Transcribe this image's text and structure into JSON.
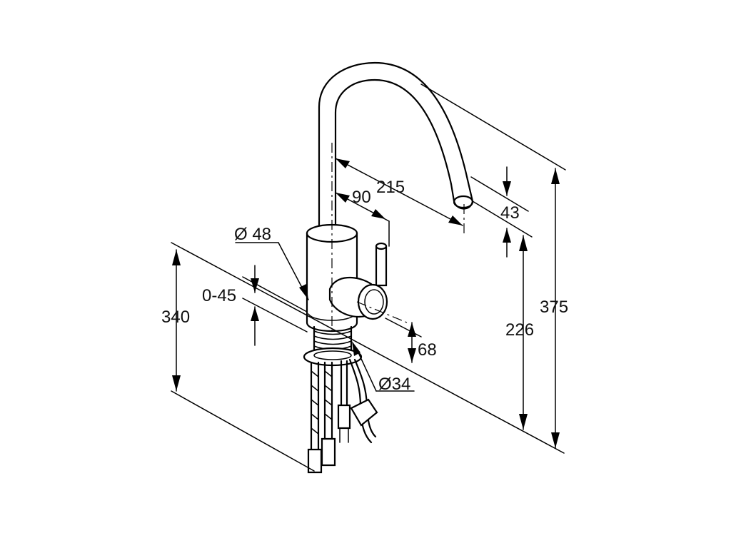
{
  "dimensions": {
    "d215": "215",
    "d90": "90",
    "d43": "43",
    "d48": "Ø 48",
    "d045": "0-45",
    "d340": "340",
    "d226": "226",
    "d375": "375",
    "d68": "68",
    "d34": "Ø34"
  },
  "colors": {
    "line": "#000000",
    "background": "#ffffff"
  }
}
